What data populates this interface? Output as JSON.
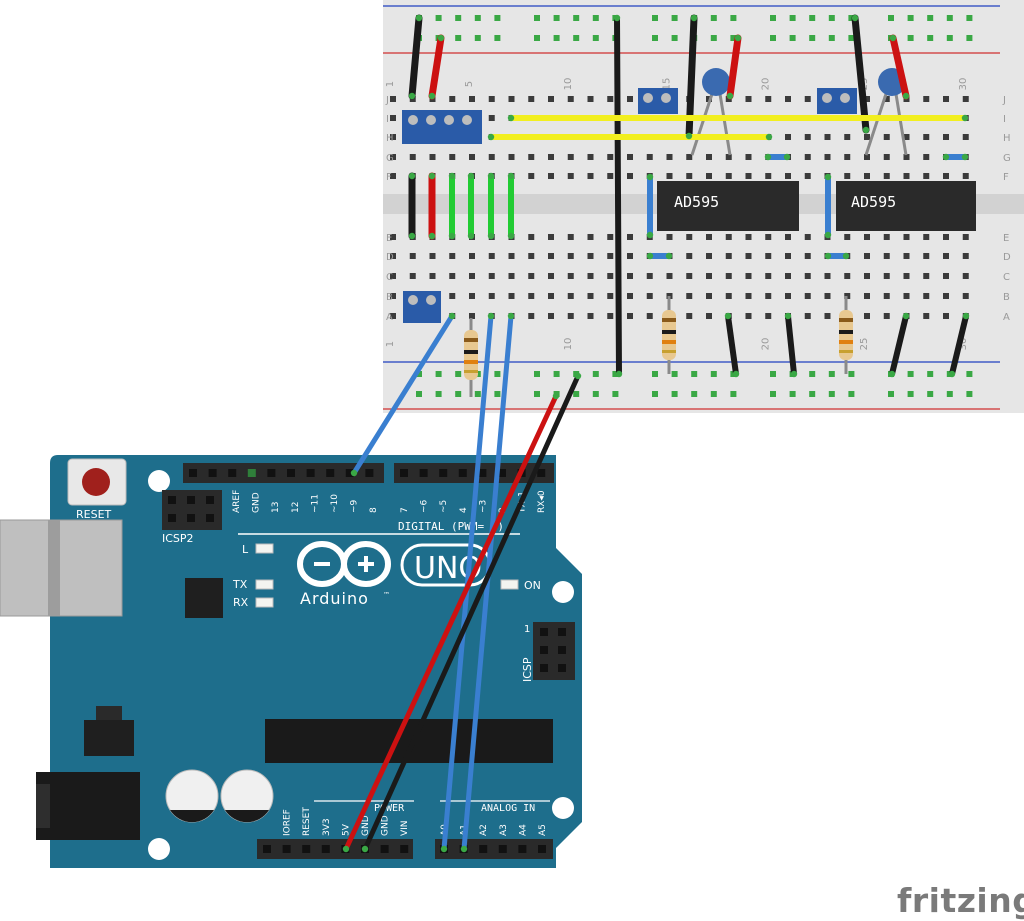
{
  "colors": {
    "board": "#1e6e8c",
    "board_edge": "#145a73",
    "breadboard": "#e6e6e6",
    "rail_red": "#d03030",
    "rail_blue": "#2040c0",
    "hole_green": "#3aa845",
    "hole_dark": "#3b3b3b",
    "wire_red": "#cc1111",
    "wire_black": "#1a1a1a",
    "wire_blue": "#3a7fd0",
    "wire_green": "#22cc33",
    "wire_yellow": "#f2ef1f",
    "terminal_blue": "#2a5ba8",
    "capacitor_blue": "#3a6ab0",
    "chip": "#2a2a2a",
    "fritzing_gray": "#7a7a7a"
  },
  "breadboard": {
    "column_numbers": [
      "1",
      "5",
      "10",
      "15",
      "20",
      "25",
      "30"
    ],
    "row_letters_top": [
      "J",
      "I",
      "H",
      "G",
      "F"
    ],
    "row_letters_bottom": [
      "E",
      "D",
      "C",
      "B",
      "A"
    ]
  },
  "chips": [
    {
      "label": "AD595"
    },
    {
      "label": "AD595"
    }
  ],
  "arduino": {
    "reset_label": "RESET",
    "icsp2_label": "ICSP2",
    "icsp_label": "ICSP",
    "icsp_pin1": "1",
    "logo_text": "Arduino",
    "tm": "™",
    "uno_text": "UNO",
    "led_labels": [
      "L",
      "TX",
      "RX"
    ],
    "on_label": "ON",
    "digital_label": "DIGITAL (PWM= ~)",
    "digital_pins": [
      "AREF",
      "GND",
      "13",
      "12",
      "~11",
      "~10",
      "~9",
      "8",
      "7",
      "~6",
      "~5",
      "4",
      "~3",
      "2",
      "TX▸1",
      "RX◂0"
    ],
    "power_label": "POWER",
    "power_pins": [
      "IOREF",
      "RESET",
      "3V3",
      "5V",
      "GND",
      "GND",
      "VIN"
    ],
    "analog_label": "ANALOG IN",
    "analog_pins": [
      "A0",
      "A1",
      "A2",
      "A3",
      "A4",
      "A5"
    ]
  },
  "watermark": "fritzing"
}
